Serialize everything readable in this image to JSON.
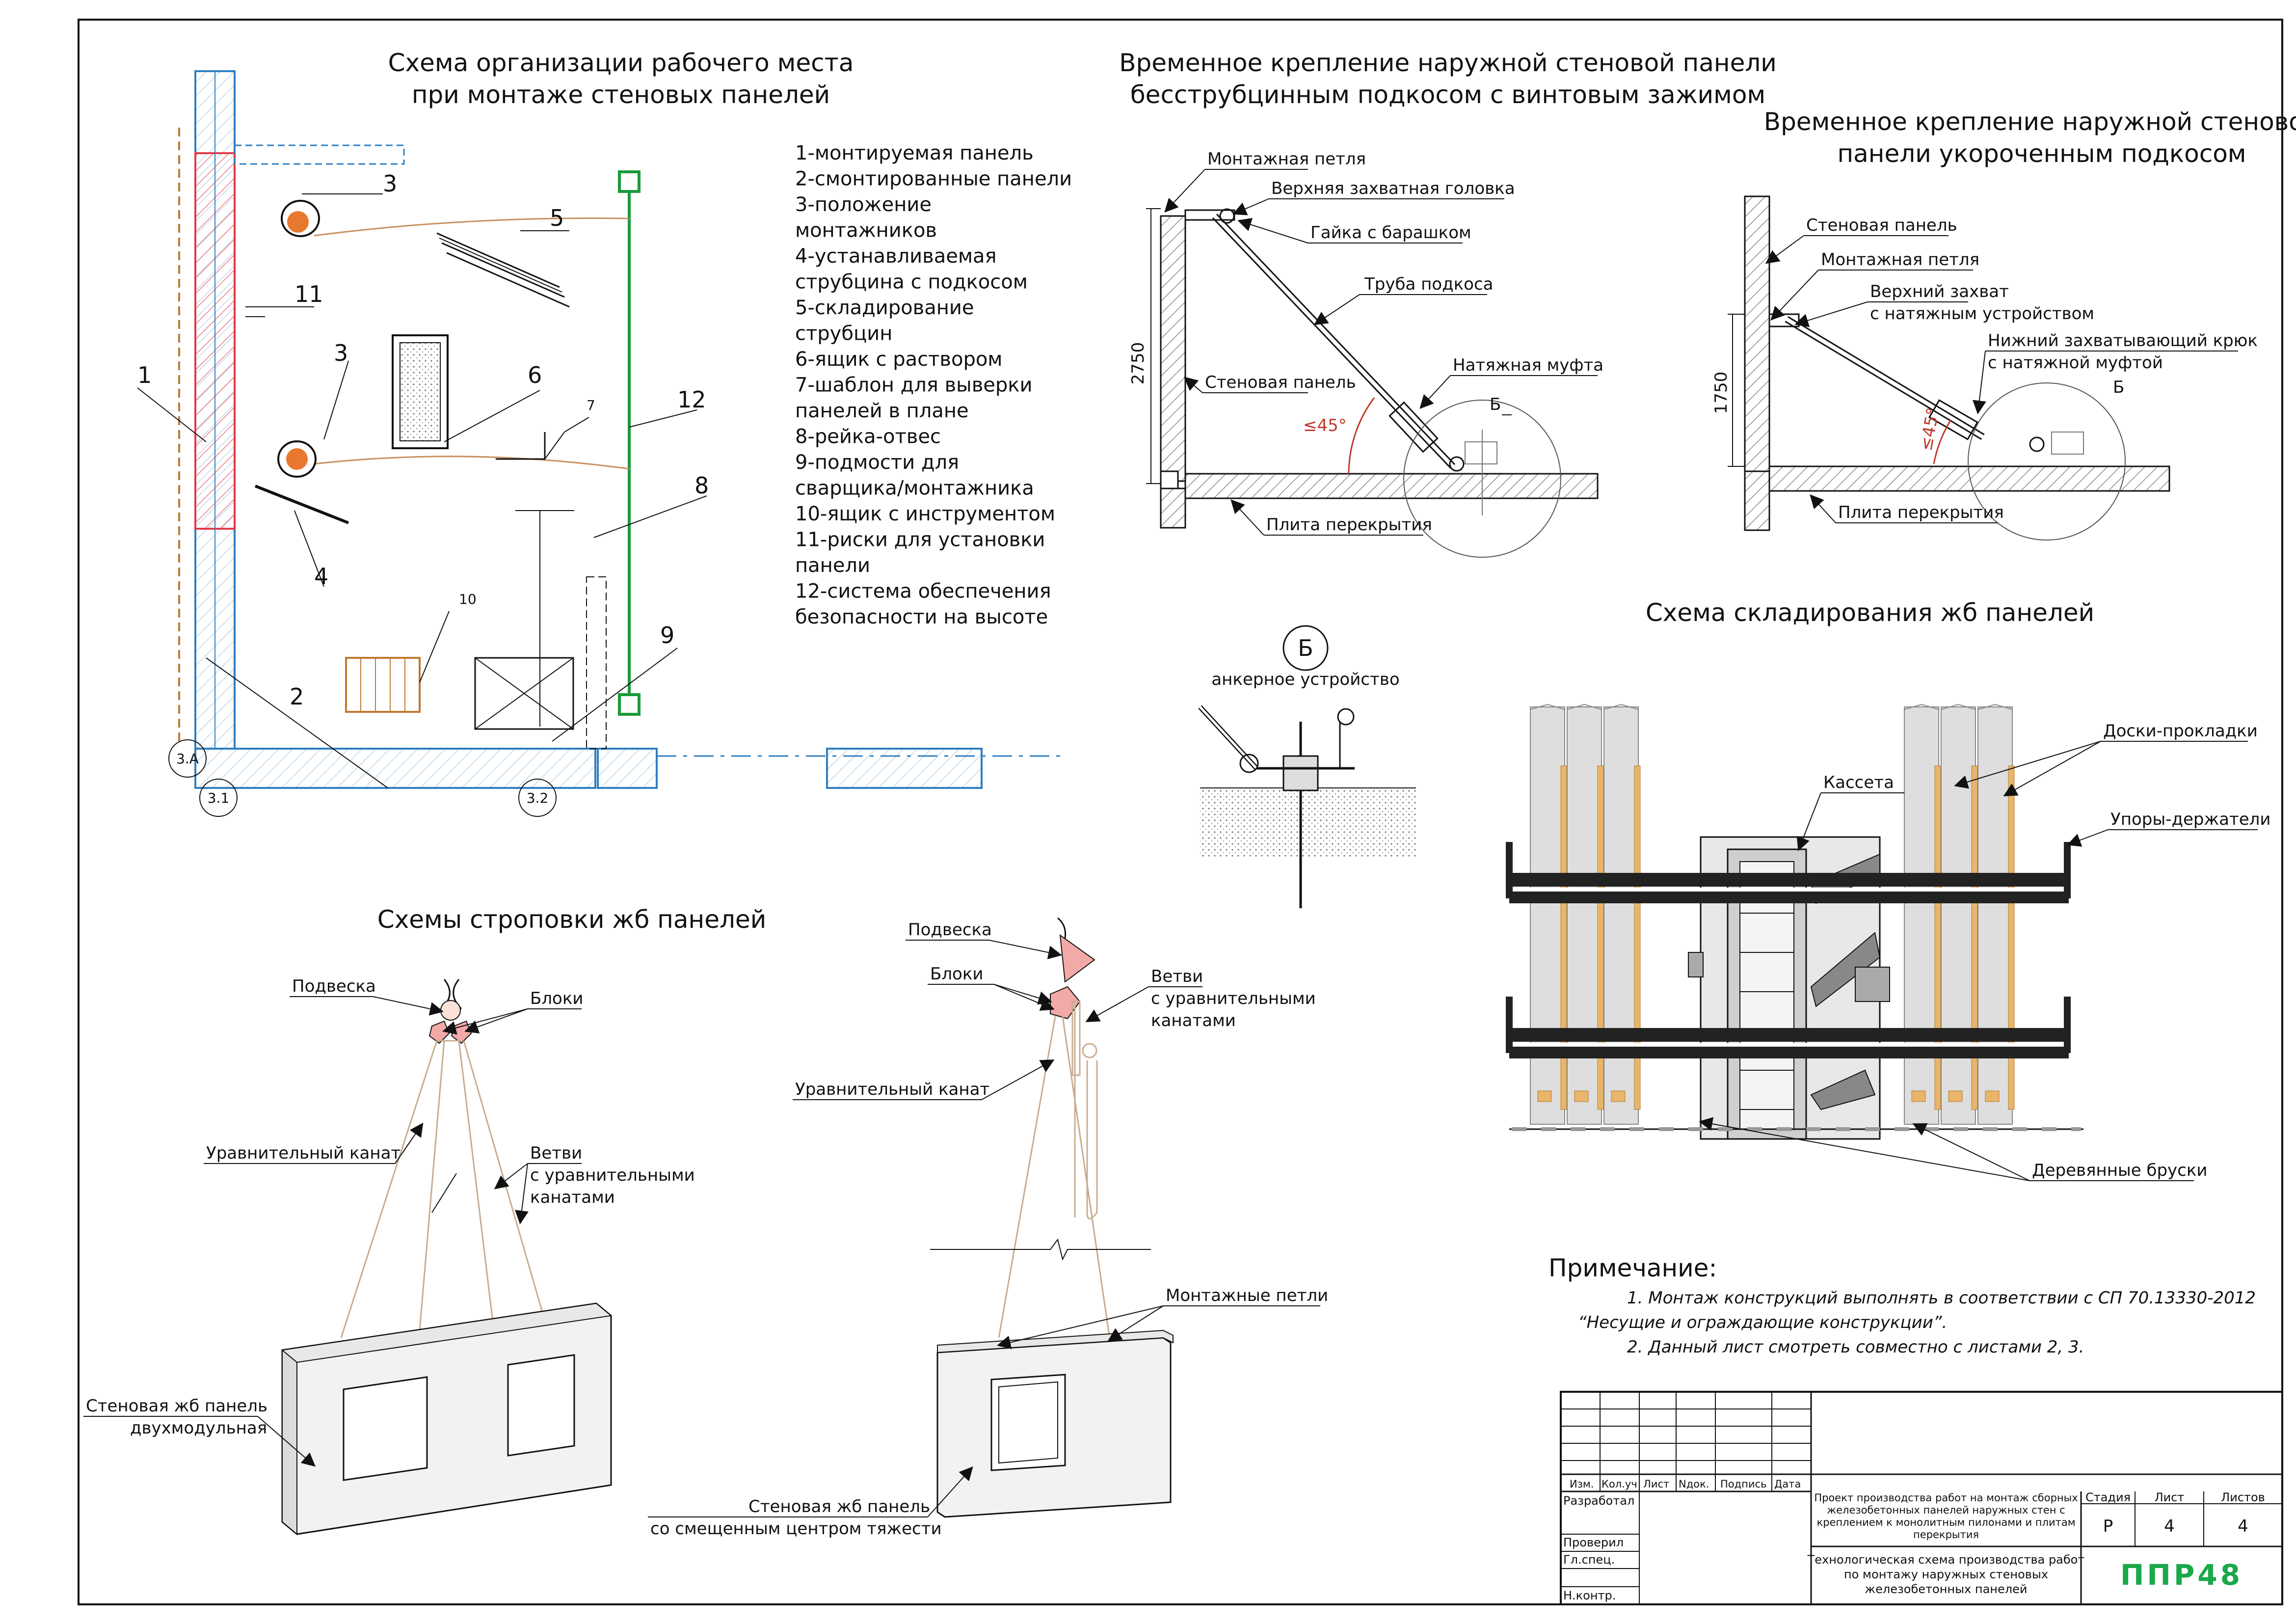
{
  "sheet": {
    "workplace": {
      "title_line1": "Схема организации рабочего места",
      "title_line2": "при монтаже стеновых панелей",
      "callouts": [
        "1",
        "2",
        "3",
        "3",
        "4",
        "5",
        "6",
        "7",
        "8",
        "9",
        "10",
        "11",
        "12"
      ],
      "axes": [
        "3.1",
        "3.2",
        "3.А"
      ]
    },
    "legend": [
      "1-монтируемая панель",
      "2-смонтированные панели",
      "3-положение",
      "монтажников",
      "4-устанавливаемая",
      "струбцина с подкосом",
      "5-складирование",
      "струбцин",
      "6-ящик с раствором",
      "7-шаблон для выверки",
      "панелей в плане",
      "8-рейка-отвес",
      "9-подмости для",
      "сварщика/монтажника",
      "10-ящик с инструментом",
      "11-риски для установки",
      "панели",
      "12-система обеспечения",
      "безопасности на высоте"
    ],
    "brace1": {
      "title_line1": "Временное крепление наружной стеновой панели",
      "title_line2": "бесструбцинным подкосом с винтовым зажимом",
      "labels": {
        "loop": "Монтажная петля",
        "head": "Верхняя захватная головка",
        "nut": "Гайка с барашком",
        "pipe": "Труба подкоса",
        "panel": "Стеновая панель",
        "coupling": "Натяжная муфта",
        "slab": "Плита перекрытия",
        "b": "Б",
        "angle": "≤45°",
        "dim": "2750"
      }
    },
    "brace2": {
      "title_line1": "Временное крепление наружной стеновой",
      "title_line2": "панели укороченным подкосом",
      "labels": {
        "panel": "Стеновая панель",
        "loop": "Монтажная петля",
        "upper1": "Верхний захват",
        "upper2": "с натяжным устройством",
        "lower1": "Нижний захватывающий крюк",
        "lower2": "с натяжной муфтой",
        "b": "Б",
        "angle": "≤45°",
        "dim": "1750",
        "slab": "Плита перекрытия"
      }
    },
    "anchor": {
      "mark": "Б",
      "label": "анкерное устройство"
    },
    "storage": {
      "title": "Схема складирования жб панелей",
      "labels": {
        "boards": "Доски-прокладки",
        "stops": "Упоры-держатели",
        "cassette": "Кассета",
        "bars": "Деревянные бруски"
      }
    },
    "slinging": {
      "title": "Схемы строповки жб панелей",
      "left": {
        "hanger": "Подвеска",
        "blocks": "Блоки",
        "rope": "Уравнительный канат",
        "branches1": "Ветви",
        "branches2": "с уравнительными",
        "branches3": "канатами",
        "panel1": "Стеновая жб панель",
        "panel2": "двухмодульная"
      },
      "right": {
        "hanger": "Подвеска",
        "blocks": "Блоки",
        "branches1": "Ветви",
        "branches2": "с уравнительными",
        "branches3": "канатами",
        "rope": "Уравнительный канат",
        "loops": "Монтажные петли",
        "panel1": "Стеновая жб панель",
        "panel2": "со смещенным центром тяжести"
      }
    },
    "note": {
      "title": "Примечание:",
      "line1": "1.     Монтаж конструкций выполнять в соответствии с СП 70.13330-2012",
      "line2": "“Несущие и ограждающие конструкции”.",
      "line3": "2.     Данный лист смотреть совместно с листами 2, 3."
    },
    "titleblock": {
      "cols": [
        "Изм.",
        "Кол.уч",
        "Лист",
        "Nдок.",
        "Подпись",
        "Дата"
      ],
      "rows": [
        "Разработал",
        "Проверил",
        "Гл.спец.",
        "Н.контр."
      ],
      "project1": "Проект производства работ на монтаж сборных",
      "project2": "железобетонных панелей наружных стен с",
      "project3": "креплением к монолитным пилонами и плитам",
      "project4": "перекрытия",
      "sheet_title1": "Технологическая схема производства работ",
      "sheet_title2": "по монтажу наружных стеновых",
      "sheet_title3": "железобетонных панелей",
      "stage_h": "Стадия",
      "sheet_h": "Лист",
      "sheets_h": "Листов",
      "stage": "Р",
      "sheet": "4",
      "sheets": "4",
      "brand": "ППР48",
      "brand_color": "#1aa84a"
    }
  }
}
